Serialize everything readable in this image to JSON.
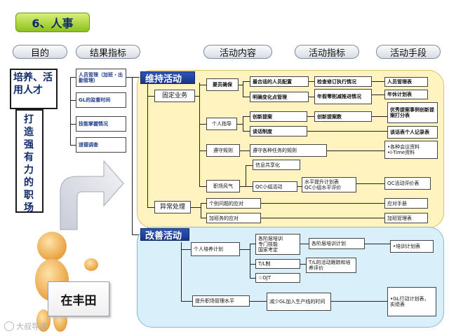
{
  "title": "6、人事",
  "headers": {
    "purpose": "目的",
    "result": "结果指标",
    "content": "活动内容",
    "indicator": "活动指标",
    "means": "活动手段"
  },
  "purpose_box": {
    "main": "培养、活用人才",
    "sub": "打造强有力的职场"
  },
  "results": [
    "人员管理（加班・出勤管理）",
    "GL的监督时间",
    "技能掌握情况",
    "道德调查"
  ],
  "sections": {
    "maintain": "维持活动",
    "improve": "改善活动"
  },
  "maintain": {
    "fixed": "固定业务",
    "abnormal": "异常处理",
    "staff": "要员确保",
    "staff_items": [
      "最合适的人员配置",
      "明确变化点管理"
    ],
    "staff_ind": [
      "检查修订执行情况",
      "年假零削减推进情况"
    ],
    "staff_means": [
      "人员管理表",
      "年休计划表"
    ],
    "guide": "个人指导",
    "guide_items": [
      "创新提案",
      "谈话制度"
    ],
    "guide_ind": "创新提案数",
    "guide_means": [
      "优秀提案事例创新提案打分表",
      "谈话表个人记录表"
    ],
    "rules": "遵守规则",
    "rules_item": "遵守各种任务的规则",
    "rules_means": "•各种会议资料\n•I-Time资料",
    "culture": "职场风气",
    "culture_items": [
      "信息共享化",
      "QC小组活动"
    ],
    "culture_ind": "水平提升计划表\nQC小组水平评价",
    "culture_means": "QC活动评价表",
    "abn_items": [
      "个别问题的应对",
      "加班务的应对"
    ],
    "abn_means": [
      "应对手册",
      "加班管理表"
    ]
  },
  "improve": {
    "personal": "个人培养计划",
    "personal_items": [
      "各阶层培训\n专门技能\n国家考定",
      "T/L制",
      "☆OJT"
    ],
    "personal_ind": [
      "各阶层培训计划",
      "T/L的活动跟踪和培养评价"
    ],
    "personal_means": "•培训计划表",
    "mgmt": "提升职场管理水平",
    "mgmt_item": "减少GL加入生产线的时间",
    "mgmt_means": "•GL行动计划表，实绩表"
  },
  "badge": "在丰田",
  "watermark": "大叔导读"
}
